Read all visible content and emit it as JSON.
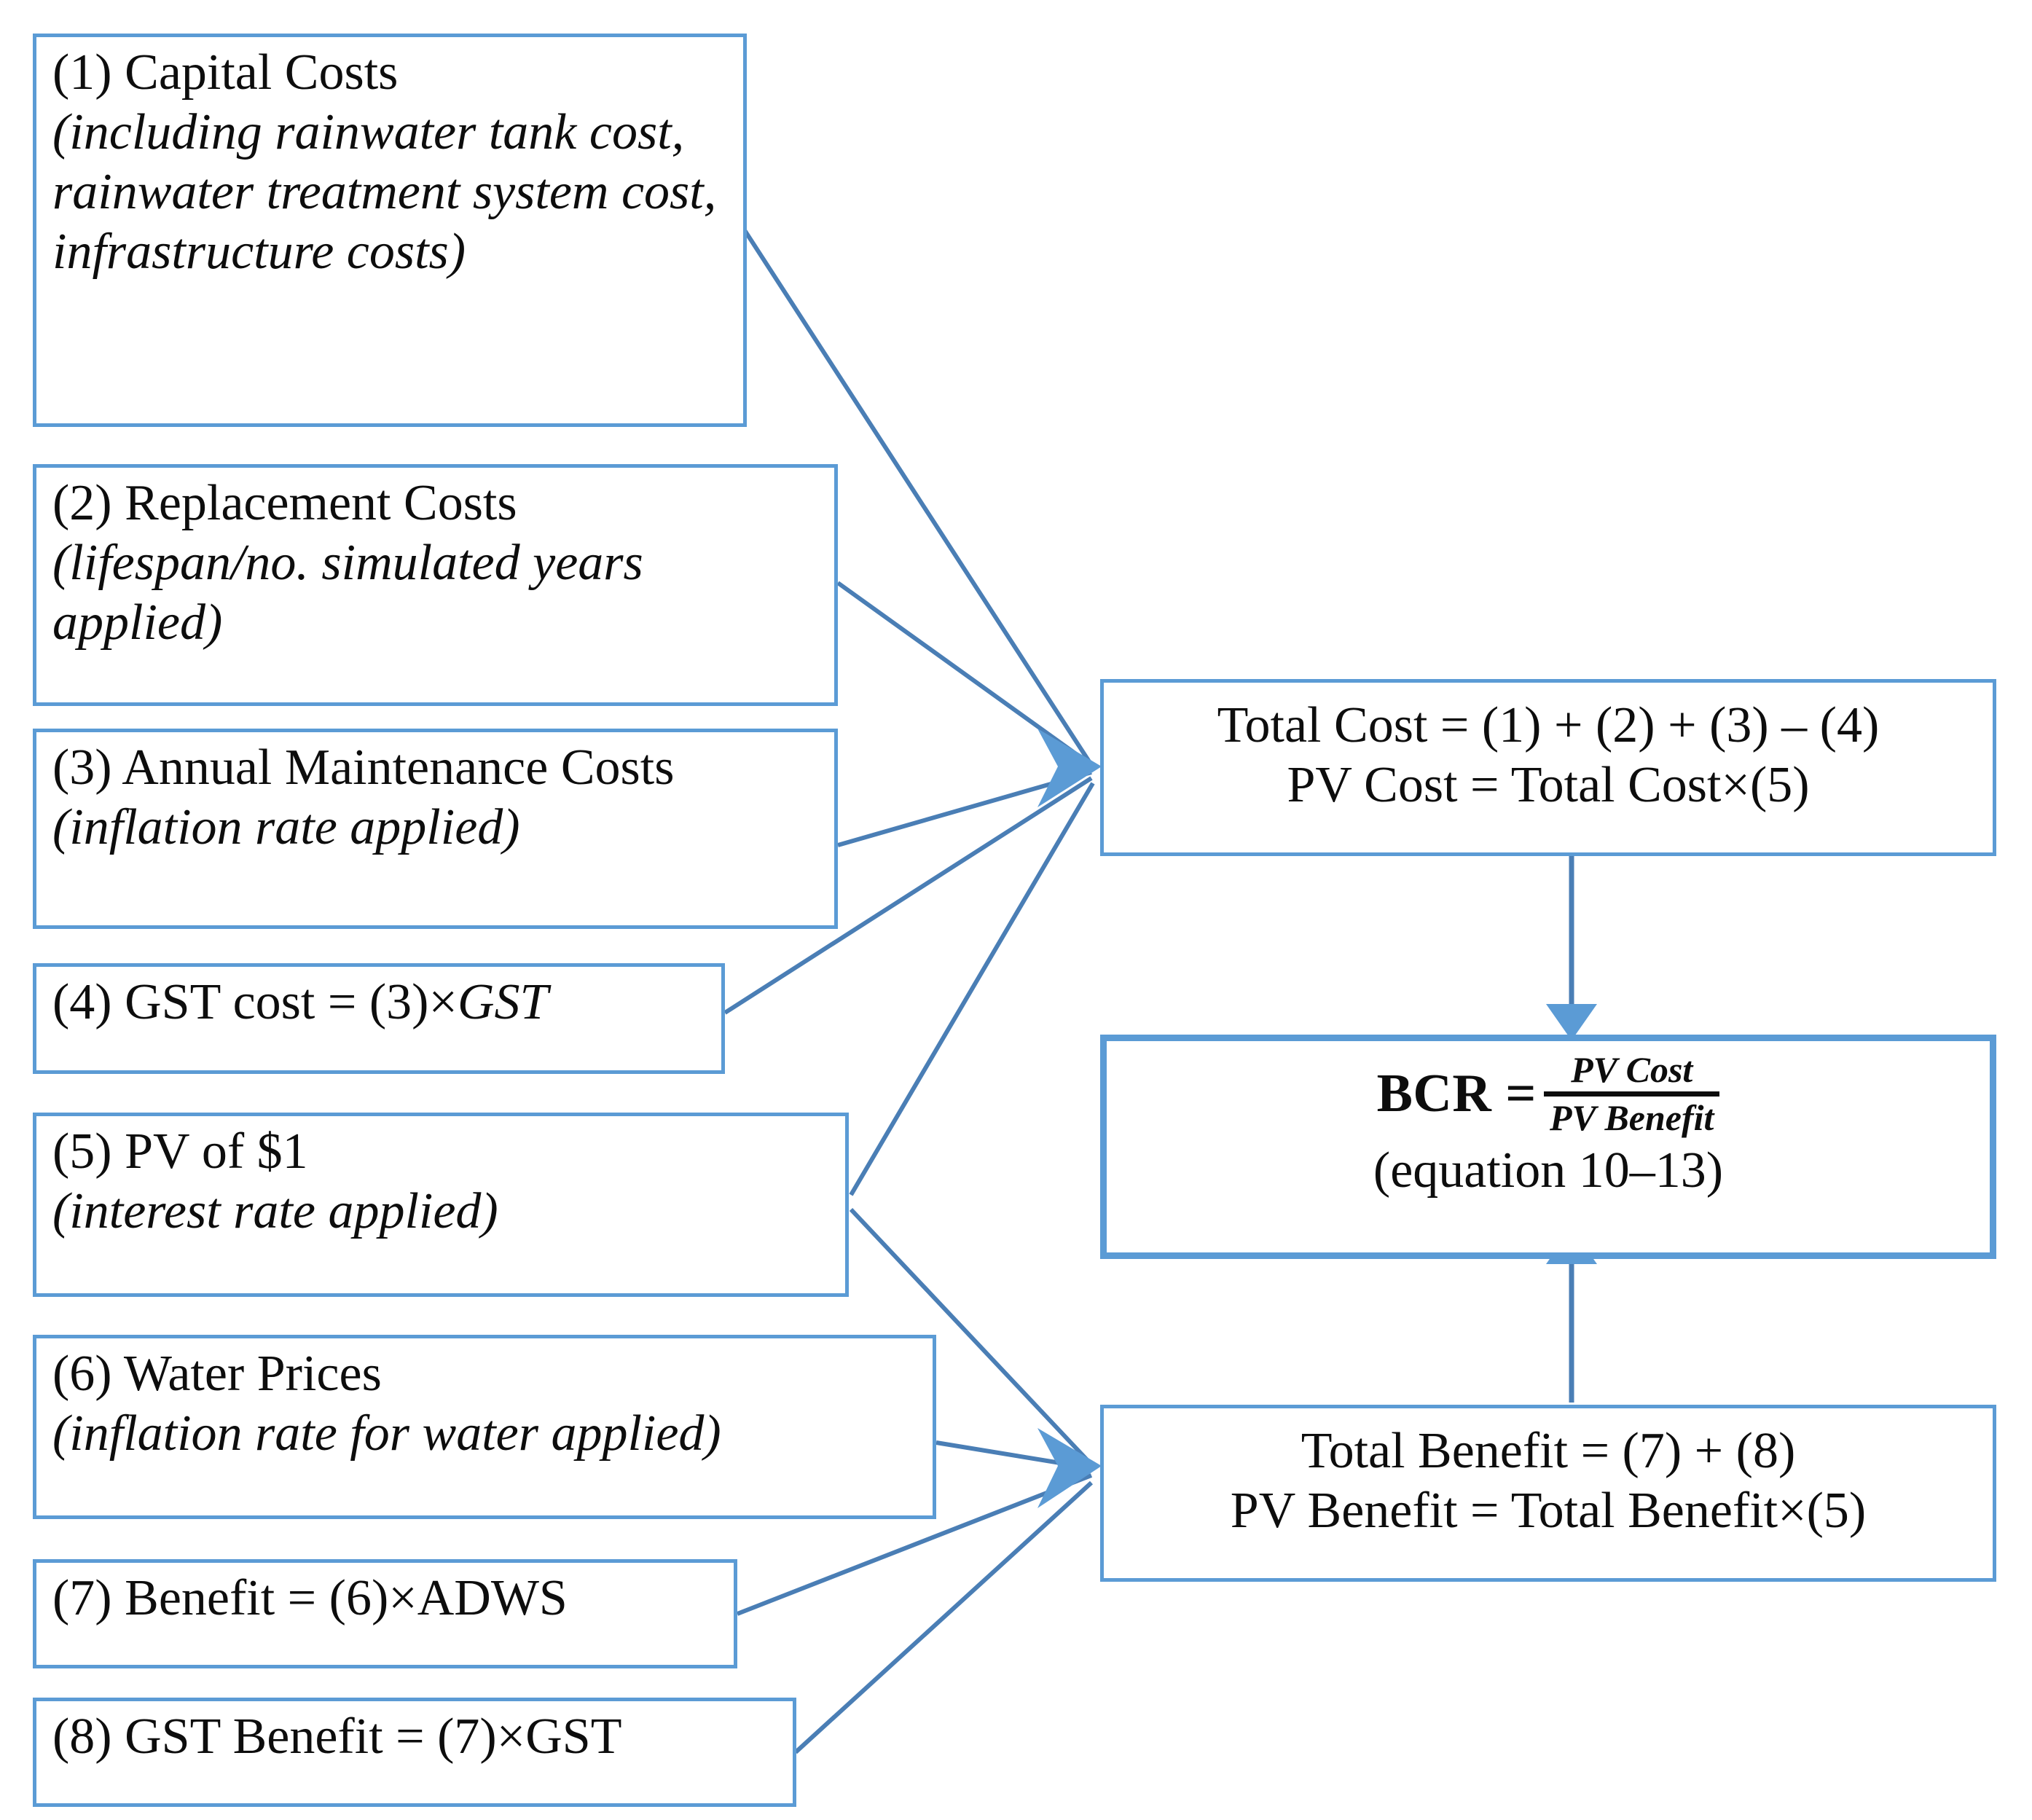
{
  "colors": {
    "border": "#5B9BD5",
    "connector": "#4A7EB5",
    "text": "#0D0D0D",
    "background": "#FFFFFF"
  },
  "inputs": [
    {
      "id": "capital-costs",
      "number": "(1)",
      "title": "Capital Costs",
      "note": "(including rainwater tank cost, rainwater treatment system cost, infrastructure costs)"
    },
    {
      "id": "replacement-costs",
      "number": "(2)",
      "title": "Replacement Costs",
      "note": "(lifespan/no. simulated years applied)"
    },
    {
      "id": "annual-maintenance-costs",
      "number": "(3)",
      "title": "Annual Maintenance Costs",
      "note": "(inflation rate applied)"
    },
    {
      "id": "gst-cost",
      "number": "(4)",
      "title": "GST cost = (3)×",
      "note": "GST"
    },
    {
      "id": "pv-of-1-dollar",
      "number": "(5)",
      "title": "PV of $1",
      "note": "(interest rate applied)"
    },
    {
      "id": "water-prices",
      "number": "(6)",
      "title": "Water Prices",
      "note": "(inflation rate for water applied)"
    },
    {
      "id": "benefit",
      "number": "(7)",
      "title": "Benefit = (6)×ADWS",
      "note": ""
    },
    {
      "id": "gst-benefit",
      "number": "(8)",
      "title": "GST Benefit = (7)×GST",
      "note": ""
    }
  ],
  "total_cost": {
    "line1": "Total Cost = (1) + (2) + (3) – (4)",
    "line2": "PV Cost = Total Cost×(5)"
  },
  "total_benefit": {
    "line1": "Total Benefit = (7) + (8)",
    "line2": "PV Benefit = Total Benefit×(5)"
  },
  "bcr": {
    "lhs": "BCR =",
    "numerator": "PV Cost",
    "denominator": "PV Benefit",
    "equation_ref": "(equation 10–13)"
  }
}
